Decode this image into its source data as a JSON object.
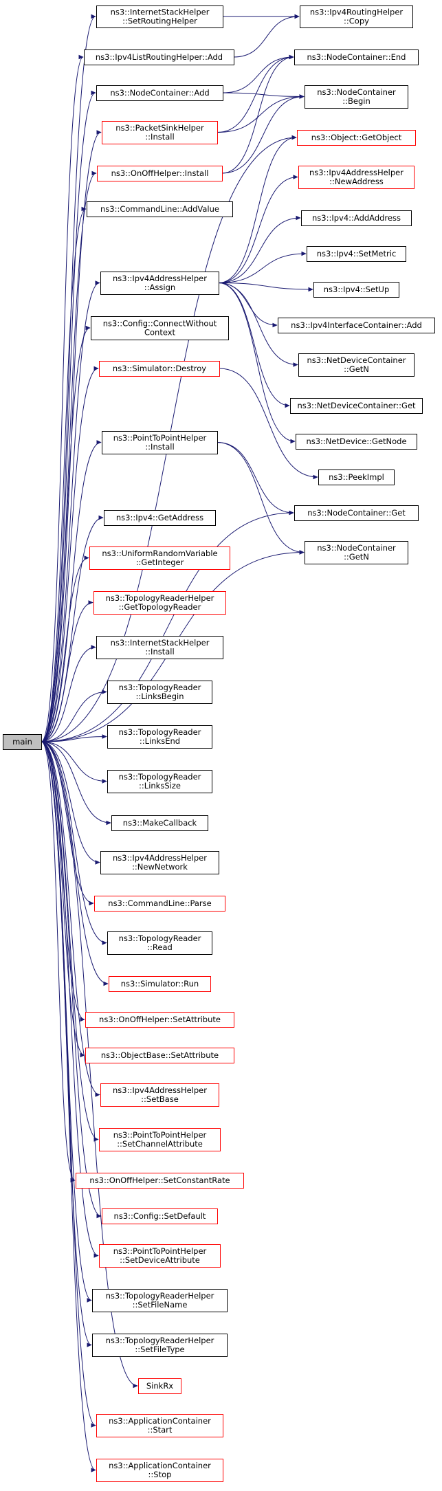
{
  "colors": {
    "edge": "#191970",
    "border_black": "#000000",
    "border_red": "#ff0000",
    "root_fill": "#bfbfbf",
    "node_fill": "#ffffff"
  },
  "nodes": [
    {
      "id": "main",
      "lines": [
        "main"
      ],
      "style": "root"
    },
    {
      "id": "ish-setrouting",
      "lines": [
        "ns3::InternetStackHelper",
        "::SetRoutingHelper"
      ],
      "style": "black"
    },
    {
      "id": "ipv4list-add",
      "lines": [
        "ns3::Ipv4ListRoutingHelper::Add"
      ],
      "style": "black"
    },
    {
      "id": "nc-add",
      "lines": [
        "ns3::NodeContainer::Add"
      ],
      "style": "black"
    },
    {
      "id": "psh-install",
      "lines": [
        "ns3::PacketSinkHelper",
        "::Install"
      ],
      "style": "red"
    },
    {
      "id": "onoff-install",
      "lines": [
        "ns3::OnOffHelper::Install"
      ],
      "style": "red"
    },
    {
      "id": "cmd-addvalue",
      "lines": [
        "ns3::CommandLine::AddValue"
      ],
      "style": "black"
    },
    {
      "id": "ipv4ah-assign",
      "lines": [
        "ns3::Ipv4AddressHelper",
        "::Assign"
      ],
      "style": "black"
    },
    {
      "id": "config-connect",
      "lines": [
        "ns3::Config::ConnectWithout",
        "Context"
      ],
      "style": "black"
    },
    {
      "id": "sim-destroy",
      "lines": [
        "ns3::Simulator::Destroy"
      ],
      "style": "red"
    },
    {
      "id": "p2p-install",
      "lines": [
        "ns3::PointToPointHelper",
        "::Install"
      ],
      "style": "black"
    },
    {
      "id": "ipv4-getaddress",
      "lines": [
        "ns3::Ipv4::GetAddress"
      ],
      "style": "black"
    },
    {
      "id": "urv-getinteger",
      "lines": [
        "ns3::UniformRandomVariable",
        "::GetInteger"
      ],
      "style": "red"
    },
    {
      "id": "trh-gettopo",
      "lines": [
        "ns3::TopologyReaderHelper",
        "::GetTopologyReader"
      ],
      "style": "red"
    },
    {
      "id": "ish-install",
      "lines": [
        "ns3::InternetStackHelper",
        "::Install"
      ],
      "style": "black"
    },
    {
      "id": "tr-linksbegin",
      "lines": [
        "ns3::TopologyReader",
        "::LinksBegin"
      ],
      "style": "black"
    },
    {
      "id": "tr-linksend",
      "lines": [
        "ns3::TopologyReader",
        "::LinksEnd"
      ],
      "style": "black"
    },
    {
      "id": "tr-linkssize",
      "lines": [
        "ns3::TopologyReader",
        "::LinksSize"
      ],
      "style": "black"
    },
    {
      "id": "makecallback",
      "lines": [
        "ns3::MakeCallback"
      ],
      "style": "black"
    },
    {
      "id": "ipv4ah-newnetwork",
      "lines": [
        "ns3::Ipv4AddressHelper",
        "::NewNetwork"
      ],
      "style": "black"
    },
    {
      "id": "cmd-parse",
      "lines": [
        "ns3::CommandLine::Parse"
      ],
      "style": "red"
    },
    {
      "id": "tr-read",
      "lines": [
        "ns3::TopologyReader",
        "::Read"
      ],
      "style": "black"
    },
    {
      "id": "sim-run",
      "lines": [
        "ns3::Simulator::Run"
      ],
      "style": "red"
    },
    {
      "id": "onoff-setattr",
      "lines": [
        "ns3::OnOffHelper::SetAttribute"
      ],
      "style": "red"
    },
    {
      "id": "objbase-setattr",
      "lines": [
        "ns3::ObjectBase::SetAttribute"
      ],
      "style": "red"
    },
    {
      "id": "ipv4ah-setbase",
      "lines": [
        "ns3::Ipv4AddressHelper",
        "::SetBase"
      ],
      "style": "red"
    },
    {
      "id": "p2p-setchannel",
      "lines": [
        "ns3::PointToPointHelper",
        "::SetChannelAttribute"
      ],
      "style": "red"
    },
    {
      "id": "onoff-setconst",
      "lines": [
        "ns3::OnOffHelper::SetConstantRate"
      ],
      "style": "red"
    },
    {
      "id": "config-setdefault",
      "lines": [
        "ns3::Config::SetDefault"
      ],
      "style": "red"
    },
    {
      "id": "p2p-setdevice",
      "lines": [
        "ns3::PointToPointHelper",
        "::SetDeviceAttribute"
      ],
      "style": "red"
    },
    {
      "id": "trh-setfilename",
      "lines": [
        "ns3::TopologyReaderHelper",
        "::SetFileName"
      ],
      "style": "black"
    },
    {
      "id": "trh-setfiletype",
      "lines": [
        "ns3::TopologyReaderHelper",
        "::SetFileType"
      ],
      "style": "black"
    },
    {
      "id": "sinkrx",
      "lines": [
        "SinkRx"
      ],
      "style": "red"
    },
    {
      "id": "appc-start",
      "lines": [
        "ns3::ApplicationContainer",
        "::Start"
      ],
      "style": "red"
    },
    {
      "id": "appc-stop",
      "lines": [
        "ns3::ApplicationContainer",
        "::Stop"
      ],
      "style": "red"
    },
    {
      "id": "ipv4rh-copy",
      "lines": [
        "ns3::Ipv4RoutingHelper",
        "::Copy"
      ],
      "style": "black"
    },
    {
      "id": "nc-end",
      "lines": [
        "ns3::NodeContainer::End"
      ],
      "style": "black"
    },
    {
      "id": "nc-begin",
      "lines": [
        "ns3::NodeContainer",
        "::Begin"
      ],
      "style": "black"
    },
    {
      "id": "obj-getobject",
      "lines": [
        "ns3::Object::GetObject"
      ],
      "style": "red"
    },
    {
      "id": "ipv4ah-newaddress",
      "lines": [
        "ns3::Ipv4AddressHelper",
        "::NewAddress"
      ],
      "style": "red"
    },
    {
      "id": "ipv4-addaddress",
      "lines": [
        "ns3::Ipv4::AddAddress"
      ],
      "style": "black"
    },
    {
      "id": "ipv4-setmetric",
      "lines": [
        "ns3::Ipv4::SetMetric"
      ],
      "style": "black"
    },
    {
      "id": "ipv4-setup",
      "lines": [
        "ns3::Ipv4::SetUp"
      ],
      "style": "black"
    },
    {
      "id": "ipv4ic-add",
      "lines": [
        "ns3::Ipv4InterfaceContainer::Add"
      ],
      "style": "black"
    },
    {
      "id": "ndc-getn",
      "lines": [
        "ns3::NetDeviceContainer",
        "::GetN"
      ],
      "style": "black"
    },
    {
      "id": "ndc-get",
      "lines": [
        "ns3::NetDeviceContainer::Get"
      ],
      "style": "black"
    },
    {
      "id": "nd-getnode",
      "lines": [
        "ns3::NetDevice::GetNode"
      ],
      "style": "black"
    },
    {
      "id": "peekimpl",
      "lines": [
        "ns3::PeekImpl"
      ],
      "style": "black"
    },
    {
      "id": "nc-get",
      "lines": [
        "ns3::NodeContainer::Get"
      ],
      "style": "black"
    },
    {
      "id": "nc-getn",
      "lines": [
        "ns3::NodeContainer",
        "::GetN"
      ],
      "style": "black"
    }
  ],
  "edges": [
    [
      "main",
      "ish-setrouting"
    ],
    [
      "main",
      "ipv4list-add"
    ],
    [
      "main",
      "nc-add"
    ],
    [
      "main",
      "psh-install"
    ],
    [
      "main",
      "onoff-install"
    ],
    [
      "main",
      "cmd-addvalue"
    ],
    [
      "main",
      "obj-getobject"
    ],
    [
      "main",
      "ipv4ah-assign"
    ],
    [
      "main",
      "config-connect"
    ],
    [
      "main",
      "sim-destroy"
    ],
    [
      "main",
      "nc-get"
    ],
    [
      "main",
      "p2p-install"
    ],
    [
      "main",
      "nc-getn"
    ],
    [
      "main",
      "ipv4-getaddress"
    ],
    [
      "main",
      "urv-getinteger"
    ],
    [
      "main",
      "trh-gettopo"
    ],
    [
      "main",
      "ish-install"
    ],
    [
      "main",
      "tr-linksbegin"
    ],
    [
      "main",
      "tr-linksend"
    ],
    [
      "main",
      "tr-linkssize"
    ],
    [
      "main",
      "makecallback"
    ],
    [
      "main",
      "ipv4ah-newnetwork"
    ],
    [
      "main",
      "cmd-parse"
    ],
    [
      "main",
      "tr-read"
    ],
    [
      "main",
      "sim-run"
    ],
    [
      "main",
      "onoff-setattr"
    ],
    [
      "main",
      "objbase-setattr"
    ],
    [
      "main",
      "ipv4ah-setbase"
    ],
    [
      "main",
      "p2p-setchannel"
    ],
    [
      "main",
      "onoff-setconst"
    ],
    [
      "main",
      "config-setdefault"
    ],
    [
      "main",
      "p2p-setdevice"
    ],
    [
      "main",
      "trh-setfilename"
    ],
    [
      "main",
      "trh-setfiletype"
    ],
    [
      "main",
      "sinkrx"
    ],
    [
      "main",
      "appc-start"
    ],
    [
      "main",
      "appc-stop"
    ],
    [
      "ish-setrouting",
      "ipv4rh-copy"
    ],
    [
      "ipv4list-add",
      "ipv4rh-copy"
    ],
    [
      "nc-add",
      "nc-end"
    ],
    [
      "nc-add",
      "nc-begin"
    ],
    [
      "psh-install",
      "nc-end"
    ],
    [
      "psh-install",
      "nc-begin"
    ],
    [
      "onoff-install",
      "nc-end"
    ],
    [
      "onoff-install",
      "nc-begin"
    ],
    [
      "ipv4ah-assign",
      "obj-getobject"
    ],
    [
      "ipv4ah-assign",
      "ipv4ah-newaddress"
    ],
    [
      "ipv4ah-assign",
      "ipv4-addaddress"
    ],
    [
      "ipv4ah-assign",
      "ipv4-setmetric"
    ],
    [
      "ipv4ah-assign",
      "ipv4-setup"
    ],
    [
      "ipv4ah-assign",
      "ipv4ic-add"
    ],
    [
      "ipv4ah-assign",
      "ndc-getn"
    ],
    [
      "ipv4ah-assign",
      "ndc-get"
    ],
    [
      "ipv4ah-assign",
      "nd-getnode"
    ],
    [
      "sim-destroy",
      "peekimpl"
    ],
    [
      "p2p-install",
      "nc-get"
    ],
    [
      "p2p-install",
      "nc-getn"
    ]
  ]
}
